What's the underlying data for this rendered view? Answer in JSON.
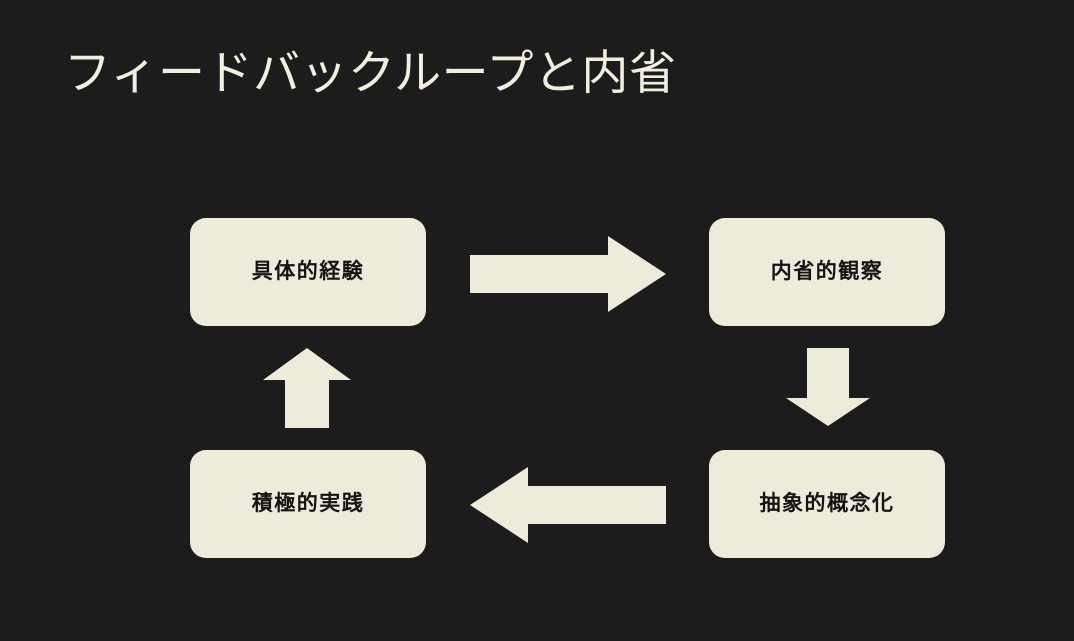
{
  "slide": {
    "title": "フィードバックループと内省",
    "background_color": "#1d1c1c",
    "title_color": "#f1efe2",
    "node_fill_color": "#edebdc",
    "node_text_color": "#15120f",
    "arrow_color": "#edebdc"
  },
  "diagram": {
    "type": "cycle",
    "nodes": [
      {
        "id": "concrete-experience",
        "label": "具体的経験",
        "position": "top-left"
      },
      {
        "id": "reflective-observation",
        "label": "内省的観察",
        "position": "top-right"
      },
      {
        "id": "abstract-conceptualization",
        "label": "抽象的概念化",
        "position": "bottom-right"
      },
      {
        "id": "active-practice",
        "label": "積極的実践",
        "position": "bottom-left"
      }
    ],
    "arrows": [
      {
        "id": "arrow-right",
        "direction": "right",
        "from": "concrete-experience",
        "to": "reflective-observation"
      },
      {
        "id": "arrow-down",
        "direction": "down",
        "from": "reflective-observation",
        "to": "abstract-conceptualization"
      },
      {
        "id": "arrow-left",
        "direction": "left",
        "from": "abstract-conceptualization",
        "to": "active-practice"
      },
      {
        "id": "arrow-up",
        "direction": "up",
        "from": "active-practice",
        "to": "concrete-experience"
      }
    ]
  }
}
